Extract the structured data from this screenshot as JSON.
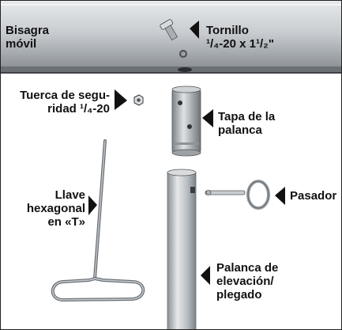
{
  "labels": {
    "bisagra": "Bisagra\nmóvil",
    "tornillo": "Tornillo\n¹/₄-20 x 1¹/₂\"",
    "tuerca": "Tuerca de segu-\nridad ¹/₄-20",
    "tapa": "Tapa de la\npalanca",
    "llave": "Llave\nhexagonal\nen «T»",
    "pasador": "Pasador",
    "palanca": "Palanca de\nelevación/\nplegado"
  },
  "colors": {
    "rail": "#c9cdd1",
    "metal": "#b7bcc1",
    "arrow": "#111111"
  }
}
